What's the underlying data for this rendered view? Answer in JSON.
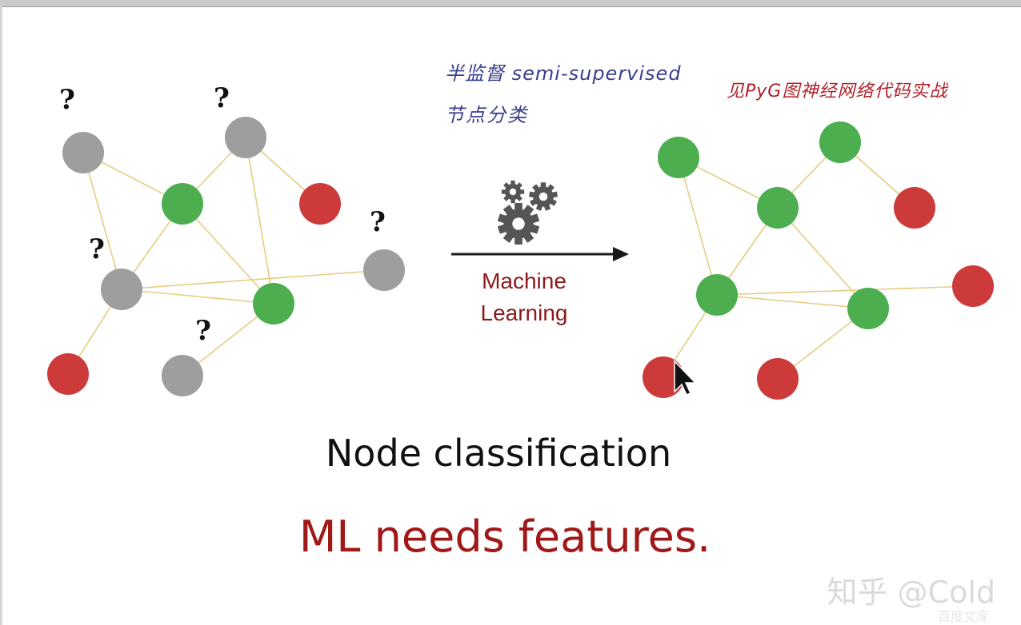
{
  "colors": {
    "green": "#4cae4f",
    "red": "#cc3a3a",
    "gray": "#9e9e9e",
    "edge": "#e6cc80",
    "gear": "#555555"
  },
  "notes": {
    "semi_supervised": "半监督 semi-supervised",
    "node_classification_cn": "节点分类",
    "pyg_reference": "见PyG图神经网络代码实战"
  },
  "arrow": {
    "label_line1": "Machine",
    "label_line2": "Learning",
    "icon": "gears-icon"
  },
  "titles": {
    "main": "Node classification",
    "subtitle": "ML needs features."
  },
  "unknown_mark": "?",
  "watermark": "知乎 @Cold",
  "watermark_faint": "百度文库",
  "graph_before": {
    "nodes": [
      {
        "id": "a",
        "label": "unknown"
      },
      {
        "id": "b",
        "label": "unknown"
      },
      {
        "id": "c",
        "label": "green"
      },
      {
        "id": "d",
        "label": "red"
      },
      {
        "id": "e",
        "label": "unknown"
      },
      {
        "id": "f",
        "label": "unknown"
      },
      {
        "id": "g",
        "label": "green"
      },
      {
        "id": "h",
        "label": "red"
      },
      {
        "id": "i",
        "label": "unknown"
      }
    ],
    "edges": [
      [
        "a",
        "c"
      ],
      [
        "a",
        "e"
      ],
      [
        "b",
        "c"
      ],
      [
        "b",
        "d"
      ],
      [
        "b",
        "g"
      ],
      [
        "c",
        "e"
      ],
      [
        "c",
        "g"
      ],
      [
        "e",
        "g"
      ],
      [
        "e",
        "h"
      ],
      [
        "e",
        "i"
      ],
      [
        "g",
        "f"
      ]
    ]
  },
  "graph_after": {
    "nodes": [
      {
        "id": "a",
        "label": "green"
      },
      {
        "id": "b",
        "label": "green"
      },
      {
        "id": "c",
        "label": "green"
      },
      {
        "id": "d",
        "label": "red"
      },
      {
        "id": "e",
        "label": "green"
      },
      {
        "id": "f",
        "label": "red"
      },
      {
        "id": "g",
        "label": "green"
      },
      {
        "id": "h",
        "label": "red"
      },
      {
        "id": "i",
        "label": "red"
      }
    ],
    "edges": [
      [
        "a",
        "c"
      ],
      [
        "a",
        "e"
      ],
      [
        "b",
        "c"
      ],
      [
        "b",
        "d"
      ],
      [
        "c",
        "e"
      ],
      [
        "c",
        "g"
      ],
      [
        "e",
        "g"
      ],
      [
        "e",
        "h"
      ],
      [
        "e",
        "i"
      ],
      [
        "g",
        "f"
      ]
    ]
  }
}
